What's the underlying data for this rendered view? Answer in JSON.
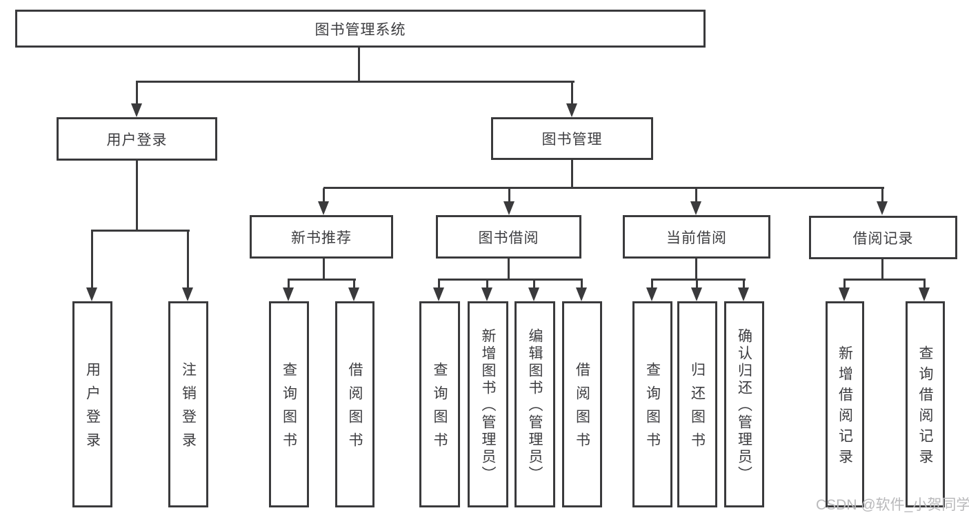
{
  "diagram": {
    "title": "图书管理系统",
    "root": {
      "label": "图书管理系统"
    },
    "level2": {
      "user_login": {
        "label": "用户登录"
      },
      "book_management": {
        "label": "图书管理"
      }
    },
    "level3": {
      "new_book_recommend": {
        "label": "新书推荐"
      },
      "book_borrow": {
        "label": "图书借阅"
      },
      "current_borrow": {
        "label": "当前借阅"
      },
      "borrow_records": {
        "label": "借阅记录"
      }
    },
    "leaves": {
      "user_login": [
        "用户登录",
        "注销登录"
      ],
      "new_book_recommend": [
        "查询图书",
        "借阅图书"
      ],
      "book_borrow": [
        "查询图书",
        "新增图书（管理员）",
        "编辑图书（管理员）",
        "借阅图书"
      ],
      "current_borrow": [
        "查询图书",
        "归还图书",
        "确认归还（管理员）"
      ],
      "borrow_records": [
        "新增借阅记录",
        "查询借阅记录"
      ]
    }
  },
  "watermark": {
    "text": "CSDN @软件_小贺同学"
  },
  "colors": {
    "line": "#3a3a3c",
    "box_border": "#3a3a3c",
    "text": "#3d3d40",
    "watermark": "#b9b9bb",
    "background": "#ffffff"
  }
}
